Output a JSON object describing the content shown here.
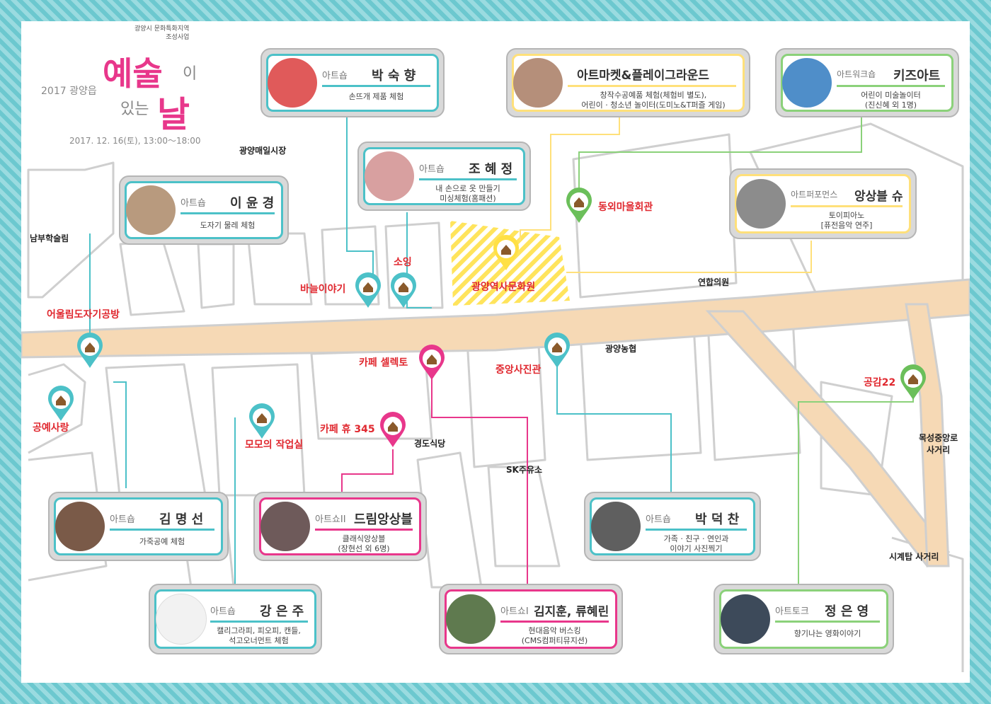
{
  "header": {
    "sub_line1": "광양시 문화특화지역",
    "sub_line2": "조성사업",
    "year_town": "2017 광양읍",
    "title_part1": "예술",
    "title_part2": "이",
    "title_part3": "있는",
    "title_part4": "날",
    "date": "2017. 12. 16(토), 13:00～18:00"
  },
  "places": {
    "market": "광양매일시장",
    "forest": "남부학술림",
    "clinic": "연합의원",
    "nonghyup": "광양농협",
    "restaurant": "경도식당",
    "gas": "SK주유소",
    "crossing1": "목성중앙로",
    "crossing2": "사거리",
    "tower": "시계탑 사거리"
  },
  "venues": {
    "pottery": "어울림도자기공방",
    "craft": "공예사랑",
    "momo": "모모의 작업실",
    "needle": "바늘이야기",
    "soing": "소잉",
    "culture": "광양역사문화원",
    "dongoe": "동외마을회관",
    "selecto": "카페 셀렉토",
    "hue": "카페 휴 345",
    "photo": "중앙사진관",
    "gonggam": "공감22"
  },
  "cards": {
    "park": {
      "cat": "아트숍",
      "name": "박 숙 향",
      "desc1": "손뜨개 제품 체험"
    },
    "market": {
      "name": "아트마켓&플레이그라운드",
      "desc1": "창작수공예품 체험(체험비 별도),",
      "desc2": "어린이 · 청소년 놀이터(도미노&T퍼즐 게임)"
    },
    "kids": {
      "cat": "아트워크숍",
      "name": "키즈아트",
      "desc1": "어린이 미술놀이터",
      "desc2": "(진신혜 외 1명)"
    },
    "jo": {
      "cat": "아트숍",
      "name": "조 혜 정",
      "desc1": "내 손으로 옷 만들기",
      "desc2": "미싱체험(홈패션)"
    },
    "lee": {
      "cat": "아트숍",
      "name": "이 윤 경",
      "desc1": "도자기 물레 체험"
    },
    "ensemble": {
      "cat": "아트퍼포먼스",
      "name": "앙상블 슈",
      "desc1": "토이피아노",
      "desc2": "[퓨전음악 연주]"
    },
    "kim": {
      "cat": "아트숍",
      "name": "김 명 선",
      "desc1": "가죽공예 체험"
    },
    "dream": {
      "cat": "아트쇼II",
      "name": "드림앙상블",
      "desc1": "클래식앙상블",
      "desc2": "(장현선 외 6명)"
    },
    "parkd": {
      "cat": "아트숍",
      "name": "박 덕 찬",
      "desc1": "가족 · 친구 · 연인과",
      "desc2": "이야기 사진찍기"
    },
    "kang": {
      "cat": "아트숍",
      "name": "강 은 주",
      "desc1": "캘리그라피, 피오피, 캔들,",
      "desc2": "석고오너먼트 체험"
    },
    "busking": {
      "cat": "아트쇼I",
      "name": "김지훈, 류혜린",
      "desc1": "현대음악 버스킹",
      "desc2": "(CMS컴퍼티뮤지션)"
    },
    "talk": {
      "cat": "아트토크",
      "name": "정 은 영",
      "desc1": "향기나는 영화이야기"
    }
  },
  "colors": {
    "teal": "#4cc1c8",
    "pink": "#e8378b",
    "yellow": "#ffe07a",
    "green": "#8bd17a",
    "road": "#f6d9b5",
    "red": "#e0282f"
  }
}
